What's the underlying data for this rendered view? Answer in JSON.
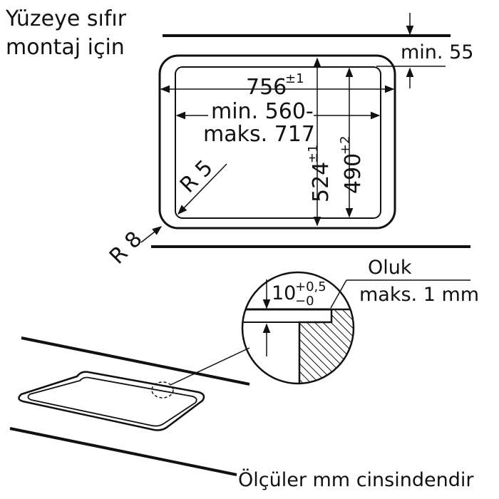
{
  "title_line1": "Yüzeye sıfır",
  "title_line2": "montaj için",
  "min_gap": "min. 55",
  "width": {
    "value": "756",
    "tol": "±1"
  },
  "range_line1": "min. 560-",
  "range_line2": "maks. 717",
  "radius_inner": "R 5",
  "radius_outer": "R 8",
  "depth_outer": {
    "value": "524",
    "tol": "±1"
  },
  "depth_inner": {
    "value": "490",
    "tol": "+2"
  },
  "groove_label": "Oluk",
  "groove_max": "maks. 1 mm",
  "groove_depth": {
    "value": "10",
    "tol_plus": "+0,5",
    "tol_minus": "−0"
  },
  "units_note": "Ölçüler mm cinsindendir"
}
